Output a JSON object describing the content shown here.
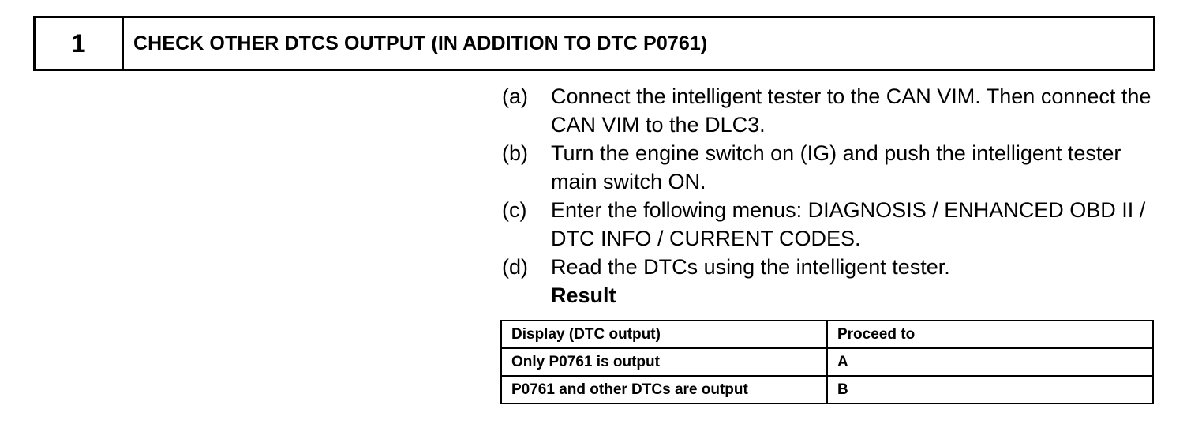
{
  "header": {
    "step_number": "1",
    "title": "CHECK OTHER DTCS OUTPUT (IN ADDITION TO DTC P0761)"
  },
  "steps": [
    {
      "letter": "(a)",
      "text": "Connect the intelligent tester to the CAN VIM. Then connect the CAN VIM to the DLC3."
    },
    {
      "letter": "(b)",
      "text": "Turn the engine switch on (IG) and push the intelligent tester main switch ON."
    },
    {
      "letter": "(c)",
      "text": "Enter the following menus: DIAGNOSIS / ENHANCED OBD II / DTC INFO / CURRENT CODES."
    },
    {
      "letter": "(d)",
      "text": "Read the DTCs using the intelligent tester."
    }
  ],
  "result_label": "Result",
  "result_table": {
    "headers": [
      "Display (DTC output)",
      "Proceed to"
    ],
    "rows": [
      [
        "Only P0761 is output",
        "A"
      ],
      [
        "P0761 and other DTCs are output",
        "B"
      ]
    ]
  }
}
